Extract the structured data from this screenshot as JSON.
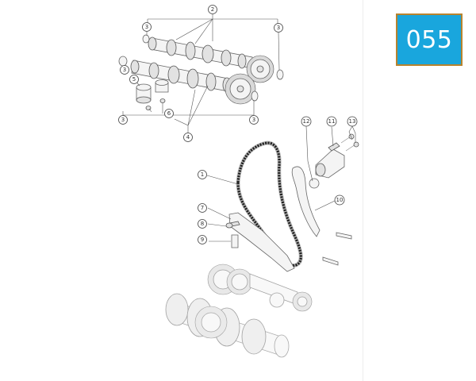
{
  "page_number": "055",
  "callouts": [
    {
      "id": "c2",
      "label": "2"
    },
    {
      "id": "c3a",
      "label": "3"
    },
    {
      "id": "c3b",
      "label": "3"
    },
    {
      "id": "c3c",
      "label": "3"
    },
    {
      "id": "c3d",
      "label": "3"
    },
    {
      "id": "c3e",
      "label": "3"
    },
    {
      "id": "c4",
      "label": "4"
    },
    {
      "id": "c5",
      "label": "5"
    },
    {
      "id": "c6",
      "label": "6"
    },
    {
      "id": "c1",
      "label": "1"
    },
    {
      "id": "c7",
      "label": "7"
    },
    {
      "id": "c8",
      "label": "8"
    },
    {
      "id": "c9",
      "label": "9"
    },
    {
      "id": "c10",
      "label": "10"
    },
    {
      "id": "c11",
      "label": "11"
    },
    {
      "id": "c12",
      "label": "12"
    },
    {
      "id": "c13",
      "label": "13"
    }
  ],
  "colors": {
    "badge": "#19a6dd",
    "badge_border": "#b7832e"
  }
}
